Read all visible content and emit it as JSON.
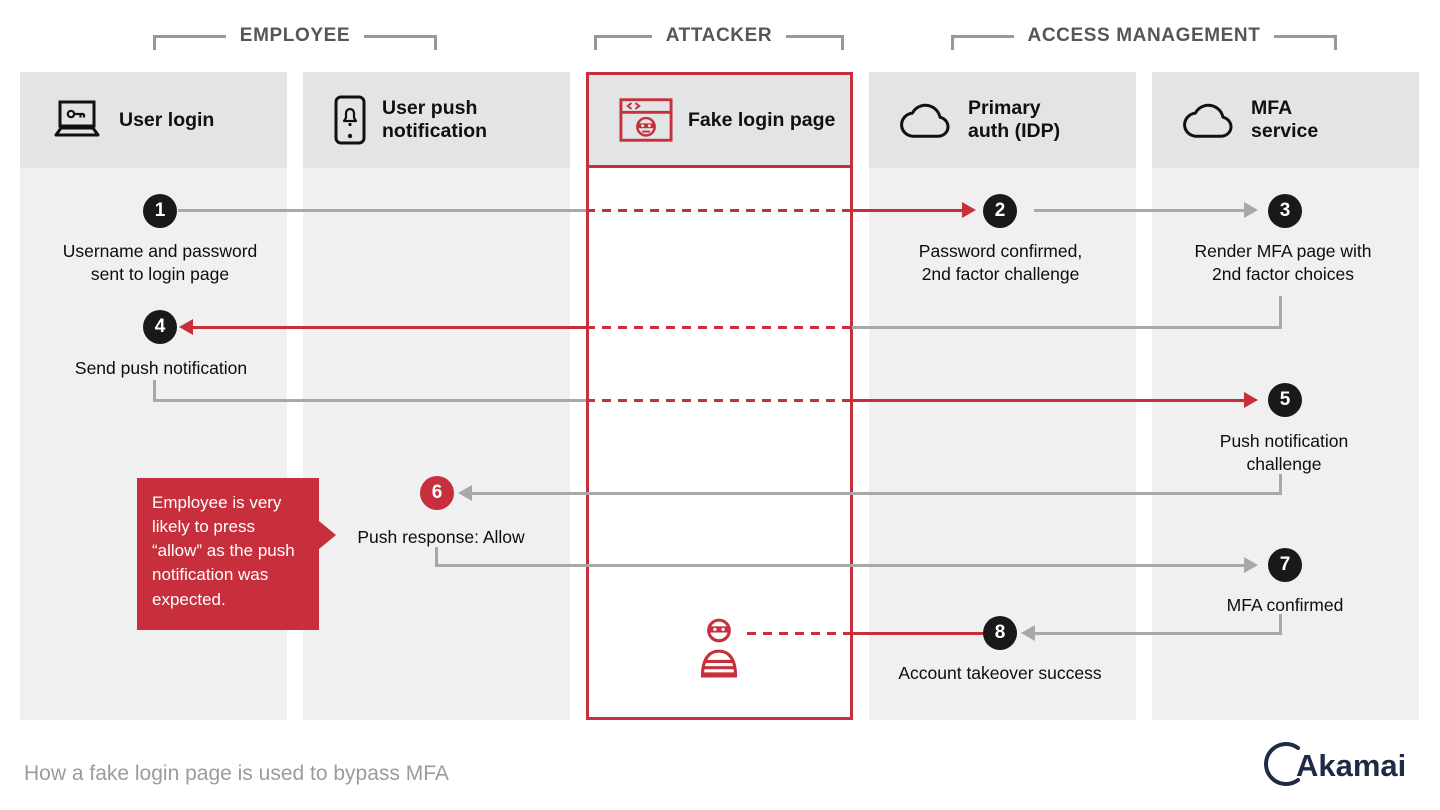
{
  "caption": "How a fake login page is used to bypass MFA",
  "groups": [
    {
      "label": "EMPLOYEE"
    },
    {
      "label": "ATTACKER"
    },
    {
      "label": "ACCESS MANAGEMENT"
    }
  ],
  "lanes": [
    {
      "label": "User login",
      "icon": "laptop-key-icon"
    },
    {
      "label": "User push notification",
      "icon": "phone-bell-icon"
    },
    {
      "label": "Fake login page",
      "icon": "fake-browser-icon"
    },
    {
      "label": "Primary auth (IDP)",
      "icon": "cloud-icon"
    },
    {
      "label": "MFA service",
      "icon": "cloud-icon"
    }
  ],
  "steps": [
    {
      "number": "1",
      "label": "Username and password sent to login page"
    },
    {
      "number": "2",
      "label": "Password confirmed, 2nd factor challenge"
    },
    {
      "number": "3",
      "label": "Render MFA page with 2nd factor choices"
    },
    {
      "number": "4",
      "label": "Send push notification"
    },
    {
      "number": "5",
      "label": "Push notification challenge"
    },
    {
      "number": "6",
      "label": "Push response: Allow"
    },
    {
      "number": "7",
      "label": "MFA confirmed"
    },
    {
      "number": "8",
      "label": "Account takeover success"
    }
  ],
  "callout": {
    "text": "Employee is very likely to press “allow” as the push notification was expected."
  },
  "logo": {
    "text": "Akamai"
  },
  "colors": {
    "accent_red": "#c62f3b",
    "arrow_gray": "#a8a8a8",
    "step_circle_black": "#191919",
    "lane_header_bg": "#e3e4e5",
    "lane_body_bg": "#f0f0f1"
  }
}
